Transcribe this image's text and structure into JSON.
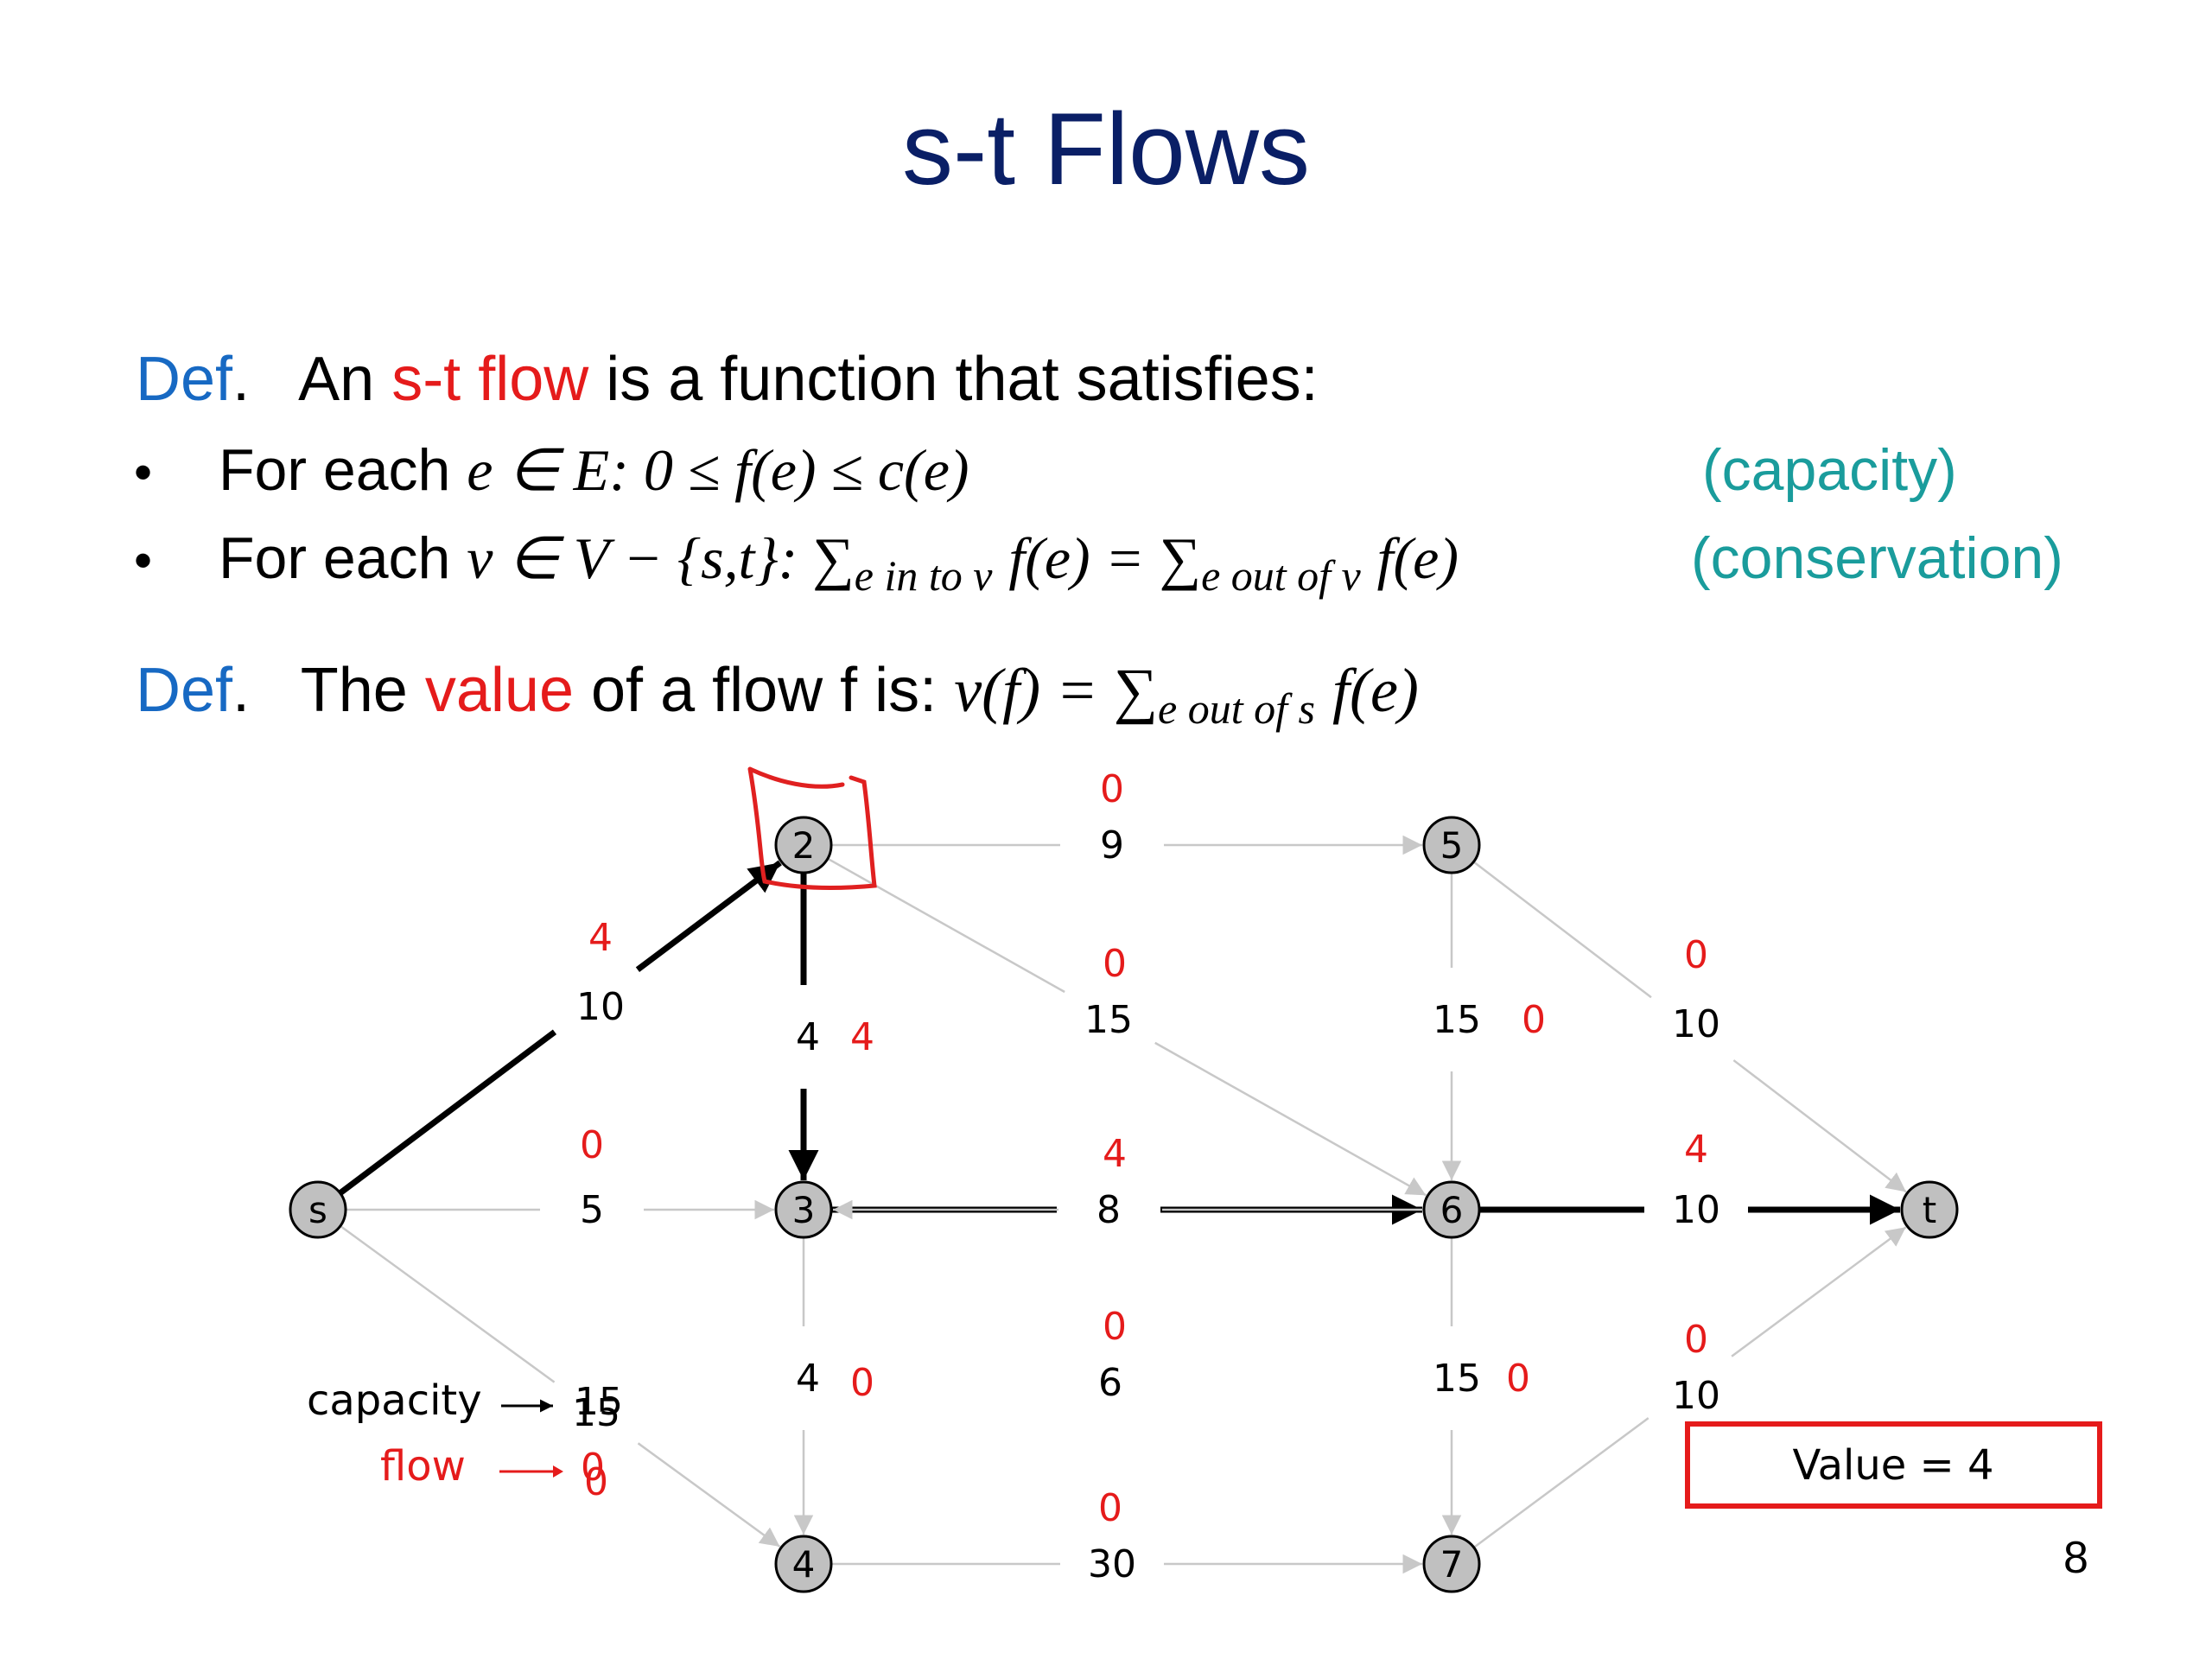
{
  "title": "s-t Flows",
  "def1": {
    "def_label": "Def",
    "dot": ".",
    "text_a": "An",
    "highlight": "s-t flow",
    "text_b": "is a function that satisfies:"
  },
  "bullets": [
    {
      "prefix": "For each",
      "formula": "e ∈ E: 0 ≤ f(e) ≤ c(e)",
      "tag": "(capacity)"
    },
    {
      "prefix": "For each",
      "formula_a": "v ∈ V − {s,t}: ∑",
      "sub_a": "e in to v",
      "formula_b": "f(e) = ∑",
      "sub_b": "e out of v",
      "formula_c": "f(e)",
      "tag": "(conservation)"
    }
  ],
  "def2": {
    "def_label": "Def",
    "dot": ".",
    "text_a": "The",
    "highlight": "value",
    "text_b": "of a flow f is:",
    "formula_a": "v(f) = ∑",
    "sub": "e out of s",
    "formula_b": "f(e)"
  },
  "graph": {
    "nodes": [
      {
        "id": "s",
        "label": "s"
      },
      {
        "id": "2",
        "label": "2"
      },
      {
        "id": "3",
        "label": "3"
      },
      {
        "id": "4",
        "label": "4"
      },
      {
        "id": "5",
        "label": "5"
      },
      {
        "id": "6",
        "label": "6"
      },
      {
        "id": "7",
        "label": "7"
      },
      {
        "id": "t",
        "label": "t"
      }
    ],
    "edges": [
      {
        "from": "s",
        "to": "2",
        "capacity": "10",
        "flow": "4",
        "active": true
      },
      {
        "from": "s",
        "to": "3",
        "capacity": "5",
        "flow": "0",
        "active": false
      },
      {
        "from": "s",
        "to": "4",
        "capacity": "15",
        "flow": "0",
        "active": false
      },
      {
        "from": "2",
        "to": "3",
        "capacity": "4",
        "flow": "4",
        "active": true
      },
      {
        "from": "2",
        "to": "5",
        "capacity": "9",
        "flow": "0",
        "active": false
      },
      {
        "from": "2",
        "to": "6",
        "capacity": "15",
        "flow": "0",
        "active": false
      },
      {
        "from": "3",
        "to": "6",
        "capacity": "8",
        "flow": "4",
        "active": true
      },
      {
        "from": "3",
        "to": "4",
        "capacity": "4",
        "flow": "0",
        "active": false
      },
      {
        "from": "6",
        "to": "3",
        "capacity": "6",
        "flow": "0",
        "active": false
      },
      {
        "from": "4",
        "to": "7",
        "capacity": "30",
        "flow": "0",
        "active": false
      },
      {
        "from": "5",
        "to": "6",
        "capacity": "15",
        "flow": "0",
        "active": false
      },
      {
        "from": "5",
        "to": "t",
        "capacity": "10",
        "flow": "0",
        "active": false
      },
      {
        "from": "6",
        "to": "t",
        "capacity": "10",
        "flow": "4",
        "active": true
      },
      {
        "from": "6",
        "to": "7",
        "capacity": "15",
        "flow": "0",
        "active": false
      },
      {
        "from": "7",
        "to": "t",
        "capacity": "10",
        "flow": "0",
        "active": false
      }
    ],
    "legend": {
      "capacity_label": "capacity",
      "capacity_value": "15",
      "flow_label": "flow",
      "flow_value": "0"
    },
    "value_box": "Value = 4",
    "highlighted_node": "2"
  },
  "page_number": "8",
  "colors": {
    "title": "#0a1f66",
    "def": "#1769c3",
    "highlight": "#e51b1b",
    "tag": "#1a9c9c",
    "node_fill": "#c0c0c0",
    "light_edge": "#c8c8c8"
  }
}
